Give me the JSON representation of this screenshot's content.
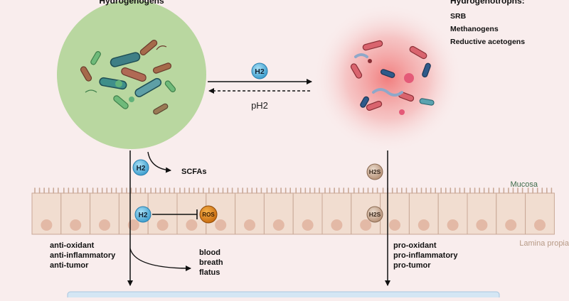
{
  "colors": {
    "background": "#f9eded",
    "hydrogenogens_circle": "#b9d7a0",
    "hydrogenotrophs_glow": "#f08a8a",
    "h2_molecule": "#4fb3df",
    "h2s_molecule": "#cfb29a",
    "ros": "#e08a1e",
    "cell_fill": "#f1ddd0",
    "nucleus": "#e3b9a6",
    "mucosa_label": "#3d6b4a",
    "lamina_label": "#b79a86",
    "bottom_box": "#d4e6f4"
  },
  "left": {
    "title": "Hydrogenogens",
    "effects": [
      "anti-oxidant",
      "anti-inflammatory",
      "anti-tumor"
    ]
  },
  "right": {
    "title": "Hydrogenotrophs:",
    "groups": [
      "SRB",
      "Methanogens",
      "Reductive acetogens"
    ],
    "effects": [
      "pro-oxidant",
      "pro-inflammatory",
      "pro-tumor"
    ]
  },
  "exchange": {
    "molecule": "H2",
    "partial_pressure": "pH2"
  },
  "products": {
    "scfas": "SCFAs",
    "outputs": [
      "blood",
      "breath",
      "flatus"
    ]
  },
  "molecules": {
    "h2": "H2",
    "h2s": "H2S",
    "ros": "ROS"
  },
  "tissue": {
    "mucosa": "Mucosa",
    "lamina_propia": "Lamina propia"
  }
}
